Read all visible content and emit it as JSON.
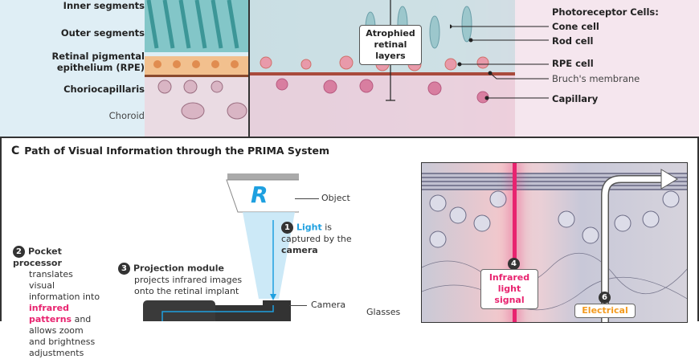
{
  "panel_b": {
    "left_labels": [
      "Inner segments",
      "Outer segments",
      "Retinal pigmental epithelium (RPE)",
      "Choriocapillaris",
      "Choroid"
    ],
    "callout": "Atrophied retinal layers",
    "right_heading": "Photoreceptor Cells:",
    "right_labels": [
      "Cone cell",
      "Rod cell",
      "RPE cell",
      "Bruch's membrane",
      "Capillary"
    ]
  },
  "panel_c": {
    "letter": "C",
    "title": "Path of Visual Information through the PRIMA System",
    "object_label": "Object",
    "object_glyph": "R",
    "step1": {
      "num": "1",
      "highlight": "Light",
      "text": " is captured by the ",
      "bold": "camera"
    },
    "step2": {
      "num": "2",
      "title": "Pocket processor",
      "text1": "translates visual information into ",
      "highlight": "infrared patterns",
      "text2": " and allows zoom and brightness adjustments"
    },
    "step3": {
      "num": "3",
      "title": "Projection module",
      "text": "projects infrared images onto the retinal implant"
    },
    "camera_label": "Camera",
    "glasses_label": "Glasses",
    "step4": {
      "num": "4",
      "text": "Infrared light signal"
    },
    "step6": {
      "num": "6",
      "text": "Electrical"
    }
  },
  "colors": {
    "blue": "#1ea0e0",
    "pink": "#e8236f",
    "orange": "#f39a1e"
  }
}
